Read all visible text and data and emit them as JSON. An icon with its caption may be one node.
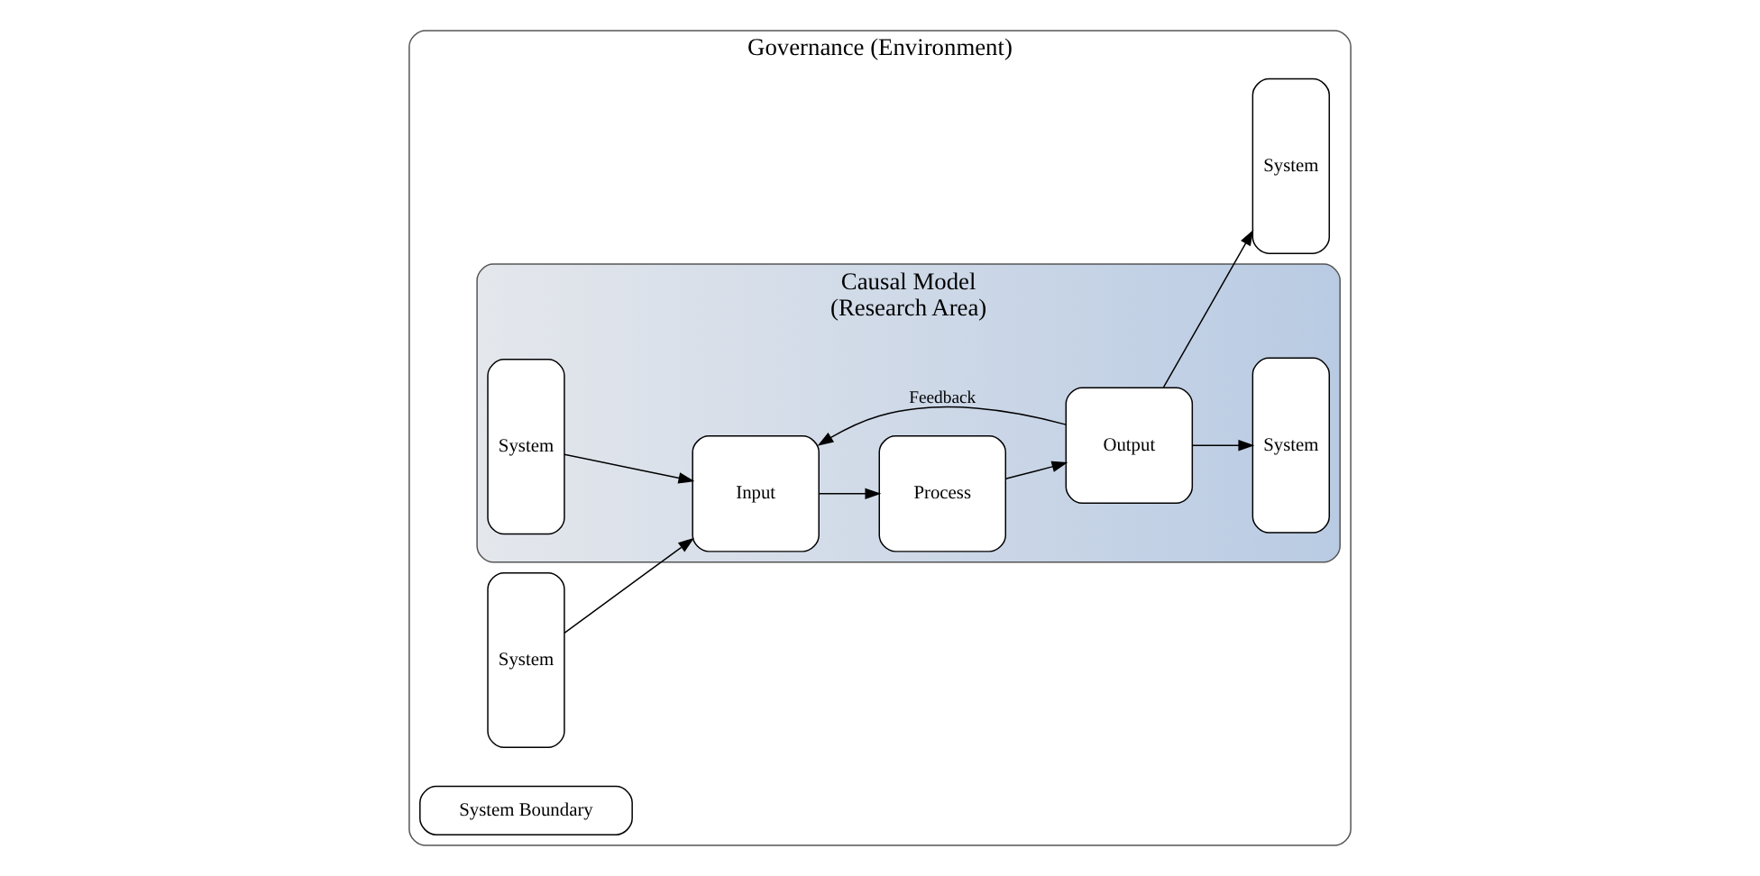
{
  "diagram": {
    "nodes": [
      {
        "text": [
          "Governance (Environment)"
        ]
      },
      {
        "text": [
          "Causal Model",
          "(Research Area)"
        ],
        "in": 0
      },
      {
        "text": [
          "System"
        ],
        "in": 0
      },
      {
        "text": [
          "System"
        ],
        "in": 1
      },
      {
        "text": [
          "Input"
        ],
        "in": 1
      },
      {
        "text": [
          "Process"
        ],
        "in": 1
      },
      {
        "text": [
          "Output"
        ],
        "in": 1
      },
      {
        "text": [
          "System"
        ],
        "in": 1
      },
      {
        "text": [
          "System"
        ],
        "in": 0
      },
      {
        "text": [
          "System Boundary"
        ],
        "in": 0
      }
    ],
    "edges": [
      {
        "from": 2,
        "to": 4,
        "arrow": "to"
      },
      {
        "from": 3,
        "to": 4,
        "arrow": "to"
      },
      {
        "from": 4,
        "to": 5,
        "arrow": "to"
      },
      {
        "from": 5,
        "to": 6,
        "arrow": "to"
      },
      {
        "from": 6,
        "to": 7,
        "arrow": "to"
      },
      {
        "from": 6,
        "to": 8,
        "arrow": "to"
      },
      {
        "from": 6,
        "to": 4,
        "arrow": "to",
        "label": "Feedback"
      }
    ]
  }
}
